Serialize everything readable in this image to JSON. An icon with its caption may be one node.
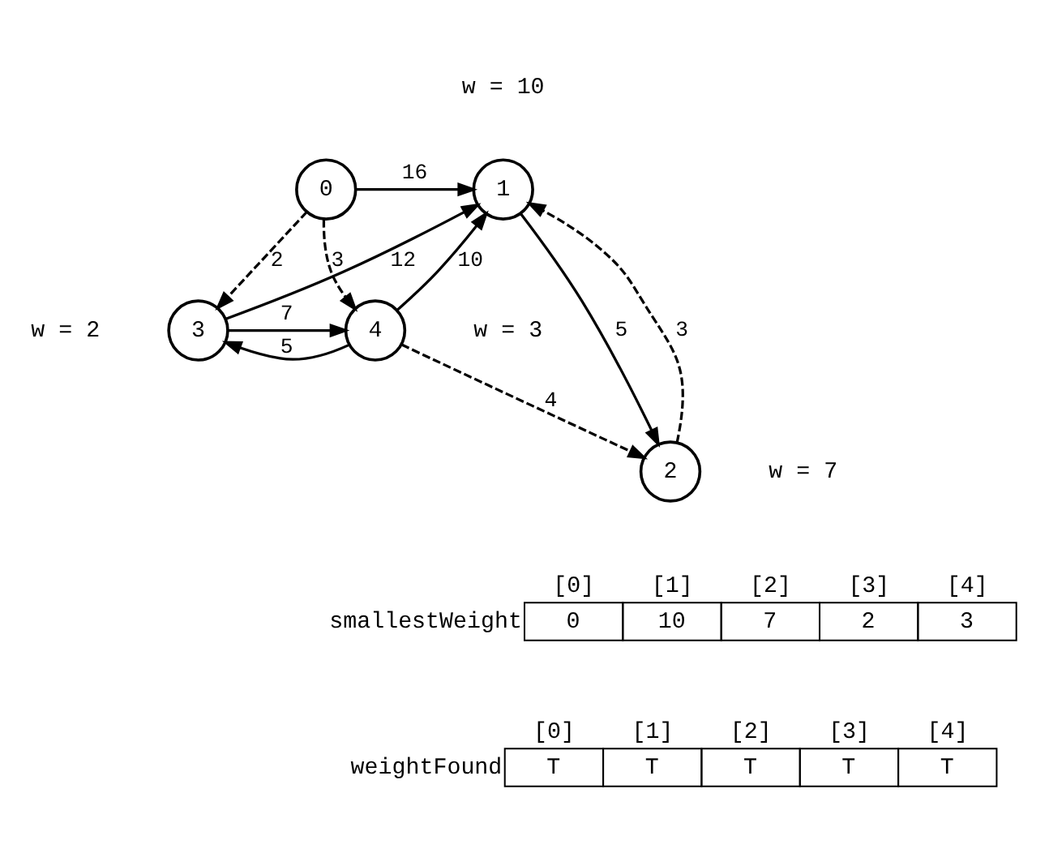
{
  "diagram": {
    "nodes": [
      {
        "text": [
          "0"
        ]
      },
      {
        "text": [
          "1"
        ],
        "beside": [
          "w = 10"
        ]
      },
      {
        "text": [
          "2"
        ],
        "beside": [
          "w = 7"
        ]
      },
      {
        "text": [
          "3"
        ],
        "beside": [
          "w = 2"
        ]
      },
      {
        "text": [
          "4"
        ],
        "beside": [
          "w = 3"
        ]
      }
    ],
    "edges": [
      {
        "from": 0,
        "to": 1,
        "arrow": "to",
        "label": "16"
      },
      {
        "from": 0,
        "to": 4,
        "arrow": "to",
        "label": "3",
        "style": "dashed"
      },
      {
        "from": 0,
        "to": 3,
        "arrow": "to",
        "label": "2",
        "style": "dashed"
      },
      {
        "from": 3,
        "to": 1,
        "arrow": "to",
        "label": "12"
      },
      {
        "from": 3,
        "to": 4,
        "arrow": "to",
        "label": "7"
      },
      {
        "from": 4,
        "to": 1,
        "arrow": "to",
        "label": "10"
      },
      {
        "from": 1,
        "to": 2,
        "arrow": "to",
        "label": "5"
      },
      {
        "from": 2,
        "to": 1,
        "arrow": "to",
        "label": "3",
        "style": "dashed"
      },
      {
        "from": 4,
        "to": 2,
        "arrow": "to",
        "label": "4",
        "style": "dashed"
      },
      {
        "from": 4,
        "to": 3,
        "arrow": "to",
        "label": "5"
      }
    ],
    "labels": [
      "[0]",
      "[1]",
      "[2]",
      "[3]",
      "[4]",
      "smallestWeight",
      "0",
      "10",
      "7",
      "2",
      "3",
      "[0]",
      "[1]",
      "[2]",
      "[3]",
      "[4]",
      "weightFound",
      "T",
      "T",
      "T",
      "T",
      "T"
    ]
  }
}
